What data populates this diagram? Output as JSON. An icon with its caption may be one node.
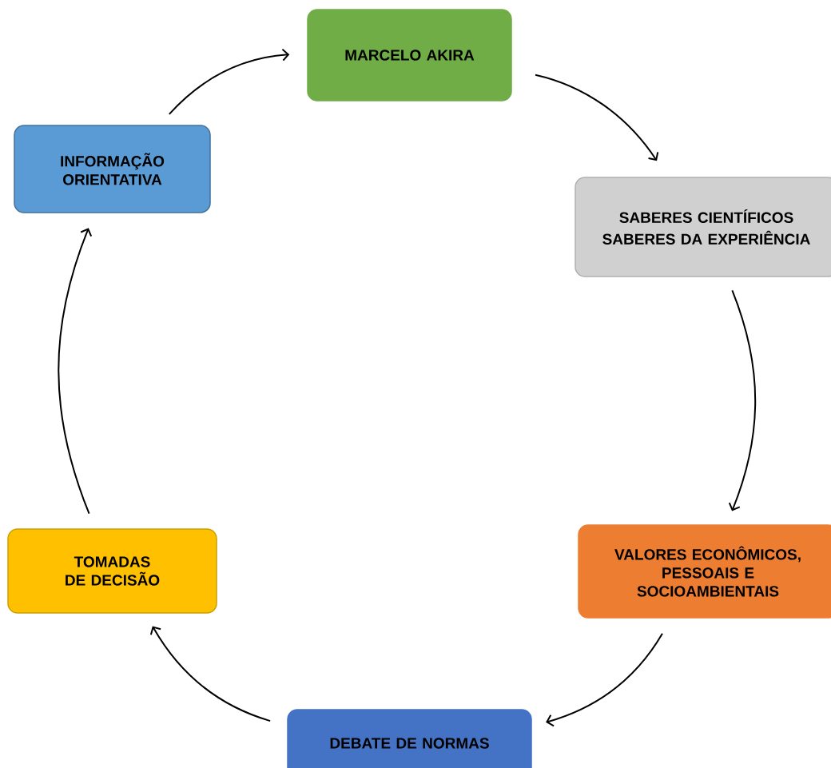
{
  "diagram": {
    "nodes": [
      {
        "text": [
          "MARCELO AKIRA"
        ]
      },
      {
        "text": [
          "SABERES CIENTÍFICOS",
          "SABERES DA EXPERIÊNCIA"
        ]
      },
      {
        "text": [
          "VALORES ECONÔMICOS, PESSOAIS E SOCIOAMBIENTAIS"
        ]
      },
      {
        "text": [
          "DEBATE DE NORMAS"
        ]
      },
      {
        "text": [
          "TOMADAS DE DECISÃO"
        ]
      },
      {
        "text": [
          "INFORMAÇÃO ORIENTATIVA"
        ]
      }
    ],
    "edges": [
      {
        "from": 0,
        "to": 1,
        "arrow": "to"
      },
      {
        "from": 1,
        "to": 2,
        "arrow": "to"
      },
      {
        "from": 2,
        "to": 3,
        "arrow": "to"
      },
      {
        "from": 3,
        "to": 4,
        "arrow": "to"
      },
      {
        "from": 4,
        "to": 5,
        "arrow": "to"
      },
      {
        "from": 5,
        "to": 0,
        "arrow": "to"
      }
    ]
  }
}
